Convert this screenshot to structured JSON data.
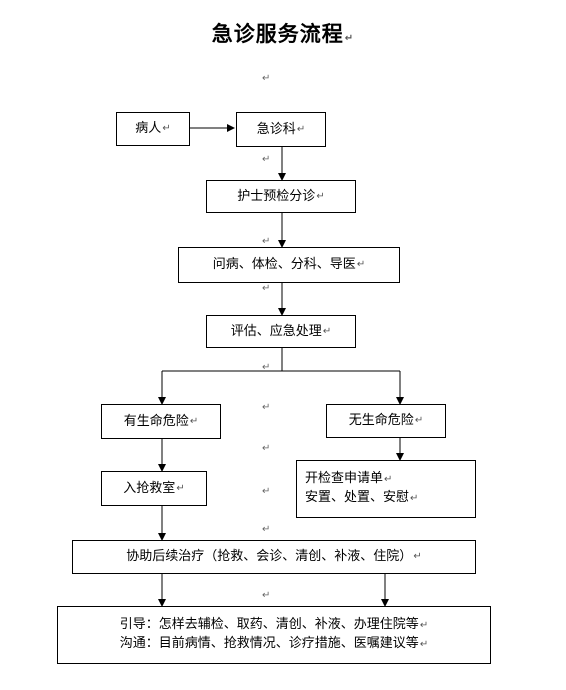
{
  "title": "急诊服务流程",
  "para_mark": "↵",
  "nodes": {
    "patient": "病人",
    "emergency_dept": "急诊科",
    "nurse_triage": "护士预检分诊",
    "consult": "问病、体检、分科、导医",
    "assess": "评估、应急处理",
    "life_risk": "有生命危险",
    "no_life_risk": "无生命危险",
    "rescue_room": "入抢救室",
    "no_risk_lines": [
      "开检查申请单",
      "安置、处置、安慰"
    ],
    "follow_up": "协助后续治疗（抢救、会诊、清创、补液、住院）",
    "guide_lines": [
      "引导：怎样去辅检、取药、清创、补液、办理住院等",
      "沟通：目前病情、抢救情况、诊疗措施、医嘱建议等"
    ]
  }
}
